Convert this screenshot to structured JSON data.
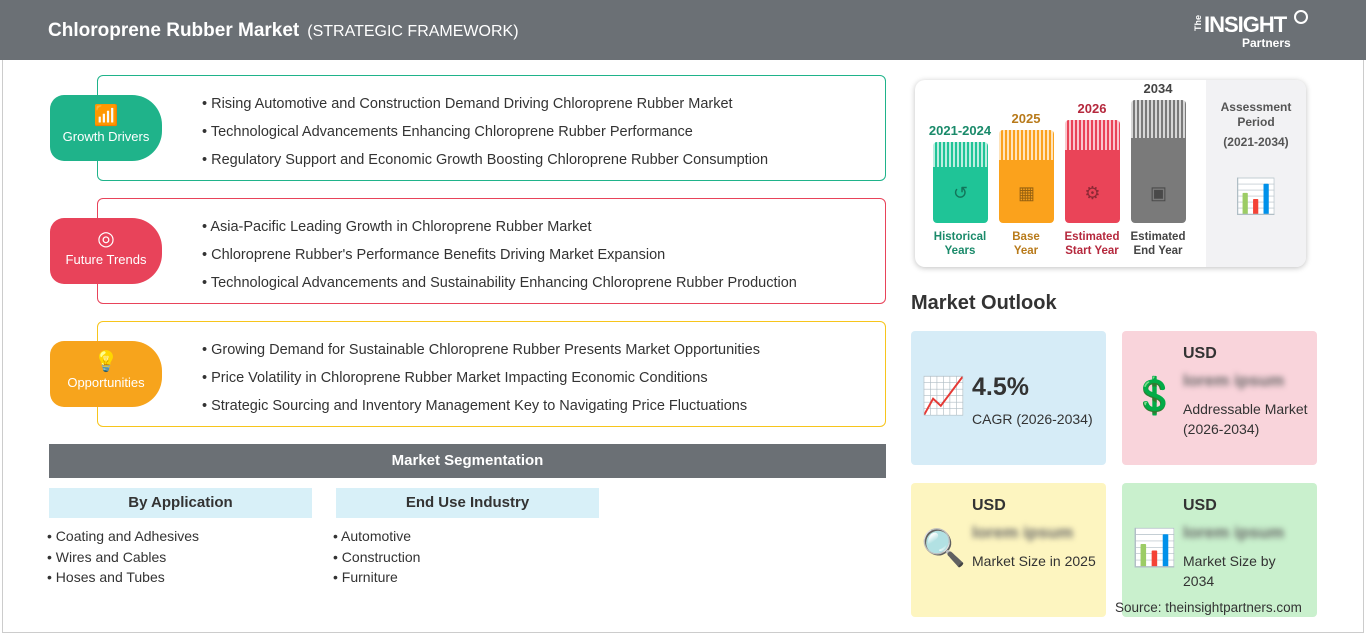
{
  "header": {
    "title": "Chloroprene Rubber Market",
    "subtitle": "(STRATEGIC FRAMEWORK)",
    "logo": {
      "the": "The",
      "insight": "INSIGHT",
      "partners": "Partners"
    }
  },
  "sections": [
    {
      "badge": "Growth Drivers",
      "icon": "chart-up-icon",
      "color": "#1fb38a",
      "items": [
        "Rising Automotive and Construction Demand Driving Chloroprene Rubber Market",
        "Technological Advancements Enhancing Chloroprene Rubber Performance",
        "Regulatory Support and Economic Growth Boosting Chloroprene Rubber Consumption"
      ]
    },
    {
      "badge": "Future Trends",
      "icon": "target-icon",
      "color": "#e8435a",
      "items": [
        "Asia-Pacific Leading Growth in Chloroprene Rubber Market",
        "Chloroprene Rubber's Performance Benefits Driving Market Expansion",
        "Technological Advancements and Sustainability Enhancing Chloroprene Rubber Production"
      ]
    },
    {
      "badge": "Opportunities",
      "icon": "lightbulb-hand-icon",
      "color": "#f7a41c",
      "items": [
        "Growing Demand for Sustainable Chloroprene Rubber Presents Market Opportunities",
        "Price Volatility in Chloroprene Rubber Market Impacting Economic Conditions",
        "Strategic Sourcing and Inventory Management Key to Navigating Price Fluctuations"
      ]
    }
  ],
  "segmentation": {
    "title": "Market Segmentation",
    "groups": [
      {
        "title": "By Application",
        "items": [
          "Coating and Adhesives",
          "Wires and Cables",
          "Hoses and Tubes"
        ]
      },
      {
        "title": "End Use Industry",
        "items": [
          "Automotive",
          "Construction",
          "Furniture"
        ]
      }
    ]
  },
  "timeline": {
    "bars": [
      {
        "year": "2021-2024",
        "label1": "Historical",
        "label2": "Years",
        "color": "#1fc497",
        "text_color": "#1a8a6a"
      },
      {
        "year": "2025",
        "label1": "Base",
        "label2": "Year",
        "color": "#fba21c",
        "text_color": "#b87a1a"
      },
      {
        "year": "2026",
        "label1": "Estimated",
        "label2": "Start Year",
        "color": "#ea4458",
        "text_color": "#b5283d"
      },
      {
        "year": "2034",
        "label1": "Estimated",
        "label2": "End Year",
        "color": "#7a7a7a",
        "text_color": "#444"
      }
    ],
    "assessment": {
      "l1": "Assessment",
      "l2": "Period",
      "l3": "(2021-2034)"
    }
  },
  "outlook": {
    "title": "Market Outlook",
    "cards": [
      {
        "a": "4.5%",
        "c": "CAGR (2026-2034)",
        "color": "#d6ecf7",
        "icon": "growth-chart-icon"
      },
      {
        "a": "USD",
        "b": "lorem ipsum",
        "c": "Addressable Market (2026-2034)",
        "color": "#f9d4db",
        "icon": "dollar-bulb-icon"
      },
      {
        "a": "USD",
        "b": "lorem ipsum",
        "c": "Market Size in 2025",
        "color": "#fdf5c0",
        "icon": "money-magnifier-icon"
      },
      {
        "a": "USD",
        "b": "lorem ipsum",
        "c": "Market Size by 2034",
        "color": "#c9f0cd",
        "icon": "chart-magnifier-icon"
      }
    ]
  },
  "source": "Source: theinsightpartners.com"
}
